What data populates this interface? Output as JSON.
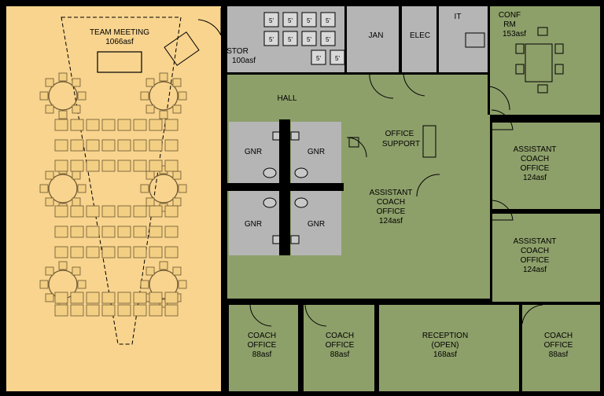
{
  "rooms": {
    "team_meeting": {
      "name": "TEAM MEETING",
      "area": "1066asf"
    },
    "stor": {
      "name": "STOR",
      "area": "100asf"
    },
    "jan": {
      "name": "JAN"
    },
    "elec": {
      "name": "ELEC"
    },
    "it": {
      "name": "IT"
    },
    "conf": {
      "name_line1": "CONF",
      "name_line2": "RM",
      "area": "153asf"
    },
    "hall": {
      "name": "HALL"
    },
    "office_support": {
      "name_line1": "OFFICE",
      "name_line2": "SUPPORT"
    },
    "gnr_tl": {
      "name": "GNR"
    },
    "gnr_tr": {
      "name": "GNR"
    },
    "gnr_bl": {
      "name": "GNR"
    },
    "gnr_br": {
      "name": "GNR"
    },
    "assistant_coach_center": {
      "line1": "ASSISTANT",
      "line2": "COACH",
      "line3": "OFFICE",
      "area": "124asf"
    },
    "assistant_coach_right_top": {
      "line1": "ASSISTANT",
      "line2": "COACH",
      "line3": "OFFICE",
      "area": "124asf"
    },
    "assistant_coach_right_mid": {
      "line1": "ASSISTANT",
      "line2": "COACH",
      "line3": "OFFICE",
      "area": "124asf"
    },
    "coach_office_1": {
      "line1": "COACH",
      "line2": "OFFICE",
      "area": "88asf"
    },
    "coach_office_2": {
      "line1": "COACH",
      "line2": "OFFICE",
      "area": "88asf"
    },
    "reception": {
      "line1": "RECEPTION",
      "line2": "(OPEN)",
      "area": "168asf"
    },
    "coach_office_3": {
      "line1": "COACH",
      "line2": "OFFICE",
      "area": "88asf"
    }
  },
  "storage_cart_label": "5'",
  "colors": {
    "team_meeting": "#f8d48e",
    "office": "#8ea06a",
    "service": "#b5b5b5",
    "wall": "#000000"
  }
}
